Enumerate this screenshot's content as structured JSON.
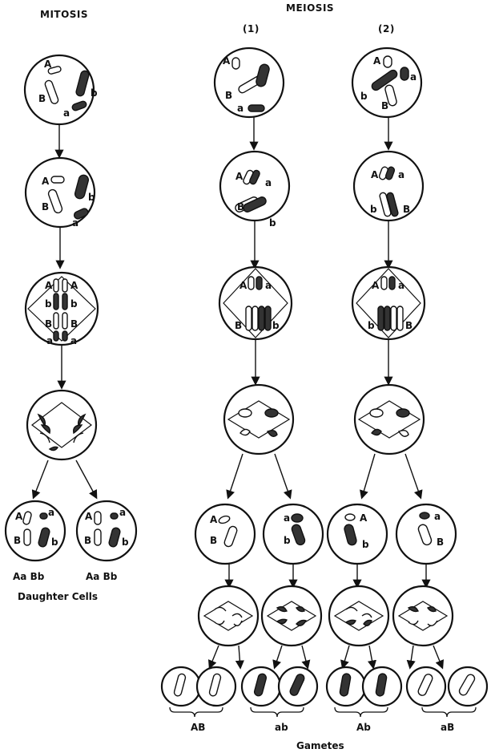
{
  "headings": {
    "mitosis": "MITOSIS",
    "meiosis": "MEIOSIS",
    "meiosis_1": "(1)",
    "meiosis_2": "(2)"
  },
  "allele_labels": {
    "A": "A",
    "a": "a",
    "B": "B",
    "b": "b"
  },
  "mitosis_daughters": {
    "genotype_left": "Aa Bb",
    "genotype_right": "Aa Bb",
    "caption": "Daughter Cells"
  },
  "gametes": {
    "groups": [
      "AB",
      "ab",
      "Ab",
      "aB"
    ],
    "caption": "Gametes"
  },
  "colors": {
    "ink": "#111111",
    "stipple": "#333333",
    "background": "#ffffff"
  }
}
